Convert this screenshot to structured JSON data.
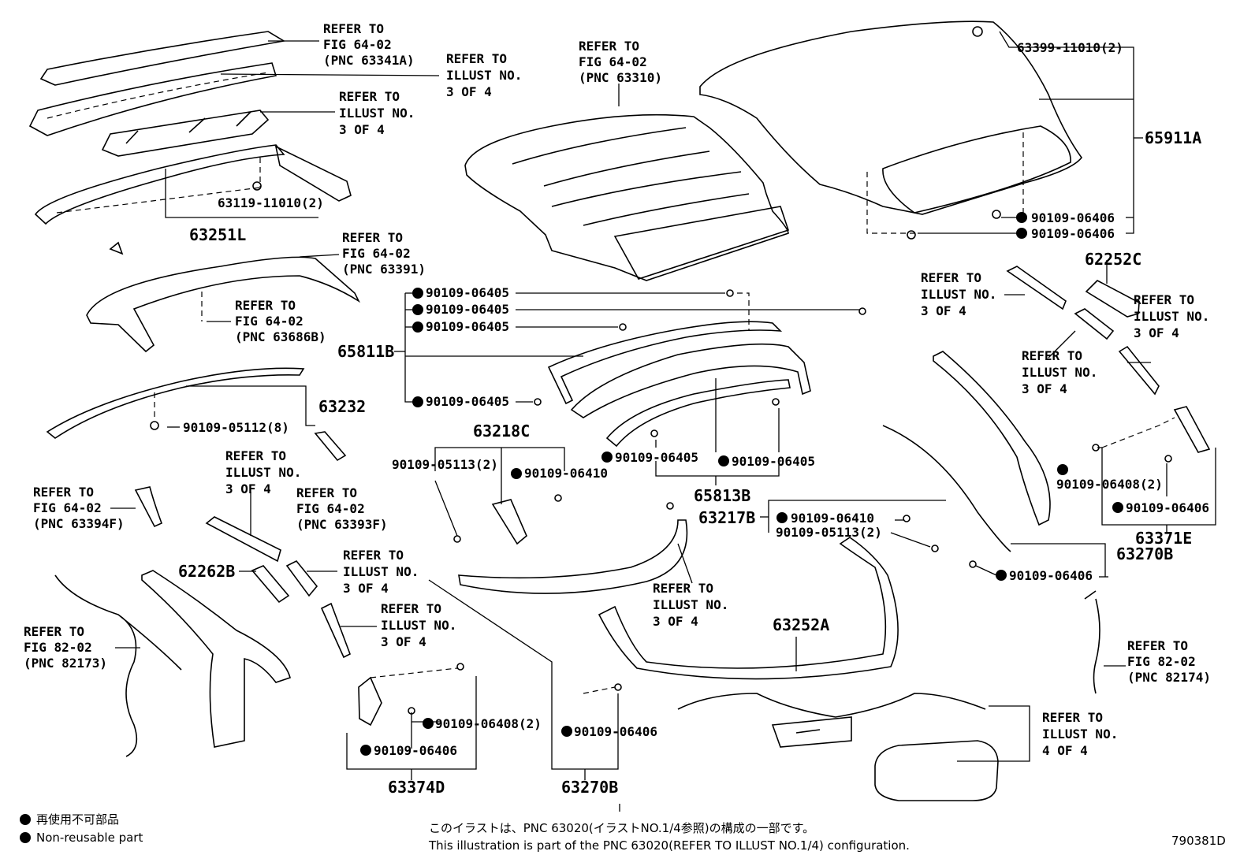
{
  "callouts": {
    "ref_63341a": [
      "REFER TO",
      "FIG 64-02",
      "(PNC 63341A)"
    ],
    "ref_illust_tl": [
      "REFER TO",
      "ILLUST NO.",
      "3 OF 4"
    ],
    "ref_illust_tl2": [
      "REFER TO",
      "ILLUST NO.",
      "3 OF 4"
    ],
    "ref_63310": [
      "REFER TO",
      "FIG 64-02",
      "(PNC 63310)"
    ],
    "ref_63391": [
      "REFER TO",
      "FIG 64-02",
      "(PNC 63391)"
    ],
    "ref_63686b": [
      "REFER TO",
      "FIG 64-02",
      "(PNC 63686B)"
    ],
    "ref_illust_mid_l": [
      "REFER TO",
      "ILLUST NO.",
      "3 OF 4"
    ],
    "ref_63393f": [
      "REFER TO",
      "FIG 64-02",
      "(PNC 63393F)"
    ],
    "ref_63394f": [
      "REFER TO",
      "FIG 64-02",
      "(PNC 63394F)"
    ],
    "ref_illust_62262b": [
      "REFER TO",
      "ILLUST NO.",
      "3 OF 4"
    ],
    "ref_illust_lower": [
      "REFER TO",
      "ILLUST NO.",
      "3 OF 4"
    ],
    "ref_82173": [
      "REFER TO",
      "FIG 82-02",
      "(PNC 82173)"
    ],
    "ref_illust_center": [
      "REFER TO",
      "ILLUST NO.",
      "3 OF 4"
    ],
    "ref_illust_r1": [
      "REFER TO",
      "ILLUST NO.",
      "3 OF 4"
    ],
    "ref_illust_r2": [
      "REFER TO",
      "ILLUST NO.",
      "3 OF 4"
    ],
    "ref_illust_r3": [
      "REFER TO",
      "ILLUST NO.",
      "3 OF 4"
    ],
    "ref_82174": [
      "REFER TO",
      "FIG 82-02",
      "(PNC 82174)"
    ],
    "ref_illust_4of4": [
      "REFER TO",
      "ILLUST NO.",
      "4 OF 4"
    ]
  },
  "pnc": {
    "p65911a": "65911A",
    "p63251l": "63251L",
    "p63232": "63232",
    "p65811b": "65811B",
    "p63218c": "63218C",
    "p65813b": "65813B",
    "p63217b": "63217B",
    "p62252c": "62252C",
    "p62262b": "62262B",
    "p63252a": "63252A",
    "p63374d": "63374D",
    "p63270b_bottom": "63270B",
    "p63270b_right": "63270B",
    "p63371e": "63371E"
  },
  "part_numbers": {
    "n63399": "63399-11010(2)",
    "n63119": "63119-11010(2)",
    "n90109_06406_a": "90109-06406",
    "n90109_06406_b": "90109-06406",
    "n90109_06405_a": "90109-06405",
    "n90109_06405_b": "90109-06405",
    "n90109_06405_c": "90109-06405",
    "n90109_06405_d": "90109-06405",
    "n90109_06405_e": "90109-06405",
    "n90109_06405_f": "90109-06405",
    "n90109_05112": "90109-05112(8)",
    "n90109_05113_a": "90109-05113(2)",
    "n90109_06410_a": "90109-06410",
    "n90109_06410_b": "90109-06410",
    "n90109_05113_b": "90109-05113(2)",
    "n90109_06408_r": "90109-06408(2)",
    "n90109_06406_r": "90109-06406",
    "n90109_06406_r2": "90109-06406",
    "n90109_06408_b": "90109-06408(2)",
    "n90109_06406_b1": "90109-06406",
    "n90109_06406_b2": "90109-06406"
  },
  "legend": {
    "jp": "再使用不可部品",
    "en": "Non-reusable part"
  },
  "footer": {
    "jp": "このイラストは、PNC 63020(イラストNO.1/4参照)の構成の一部です。",
    "en": "This illustration is part of the PNC 63020(REFER TO ILLUST NO.1/4) configuration.",
    "code": "790381D"
  }
}
